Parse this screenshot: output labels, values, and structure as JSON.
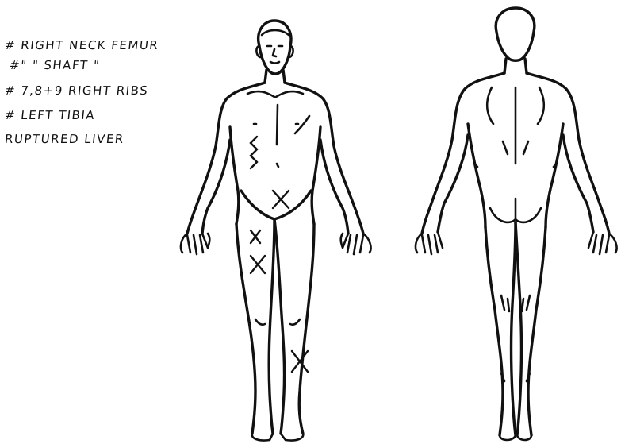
{
  "annotations": [
    "# RIGHT NECK FEMUR",
    "#\" \" SHAFT \"",
    "# 7,8+9 RIGHT RIBS",
    "# LEFT TIBIA",
    "RUPTURED LIVER"
  ],
  "views": [
    "front",
    "back"
  ],
  "injury_marks": [
    {
      "site": "right ribs",
      "shape": "chain"
    },
    {
      "site": "liver",
      "shape": "x"
    },
    {
      "site": "right femur neck",
      "shape": "x"
    },
    {
      "site": "right femur shaft",
      "shape": "x"
    },
    {
      "site": "left tibia",
      "shape": "x"
    }
  ],
  "colors": {
    "ink": "#111111",
    "paper": "#ffffff"
  }
}
